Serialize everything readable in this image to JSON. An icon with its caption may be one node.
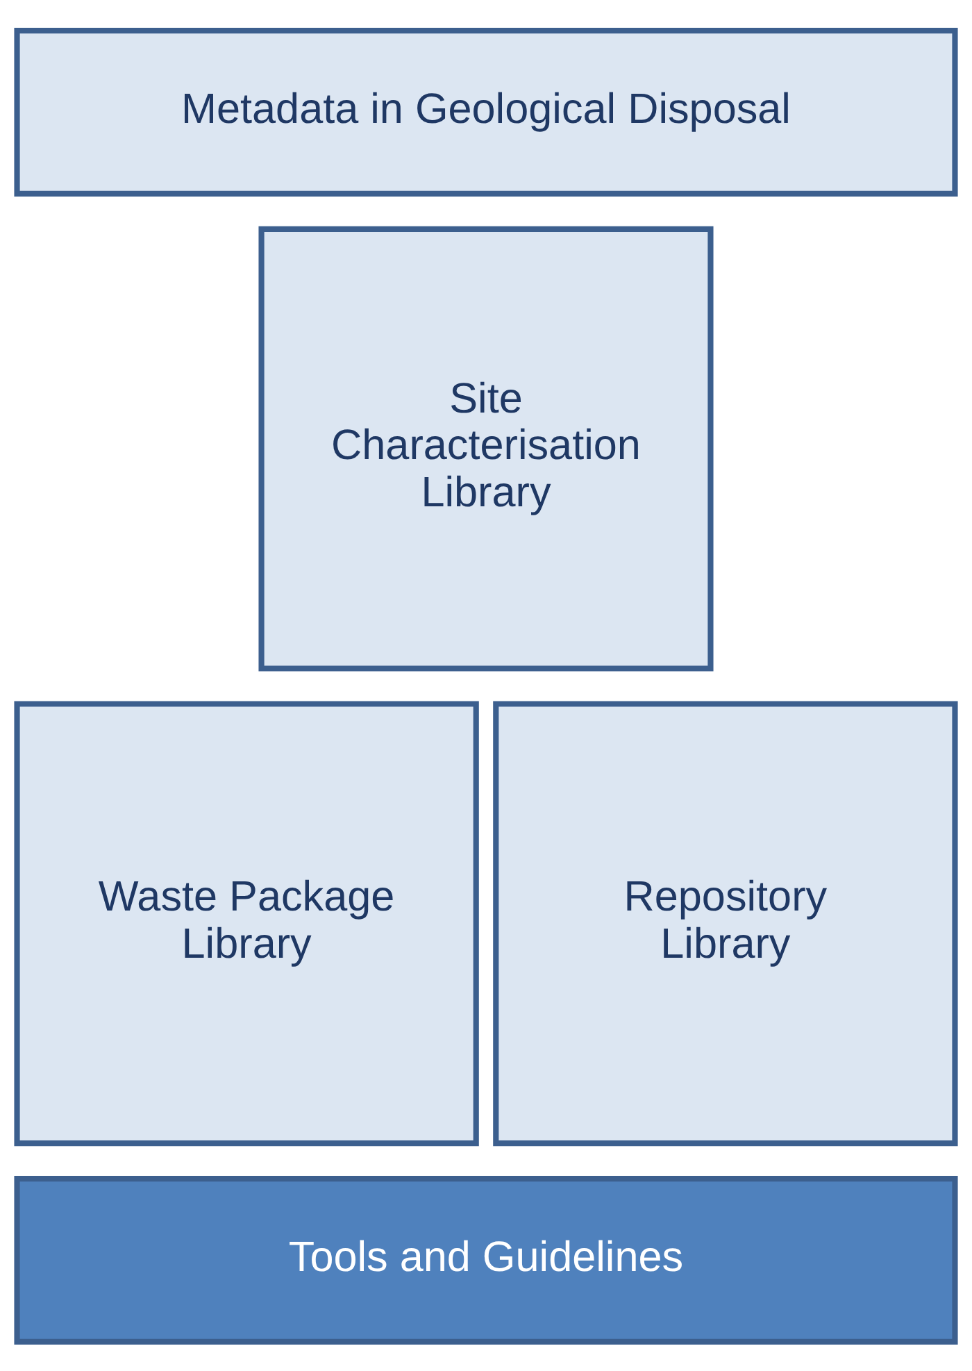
{
  "diagram": {
    "nodes": [
      {
        "text": [
          "Metadata in Geological Disposal"
        ]
      },
      {
        "text": [
          "Site Characterisation Library"
        ]
      },
      {
        "text": [
          "Waste Package Library"
        ]
      },
      {
        "text": [
          "Repository Library"
        ]
      },
      {
        "text": [
          "Tools and Guidelines"
        ]
      }
    ],
    "edges": []
  }
}
